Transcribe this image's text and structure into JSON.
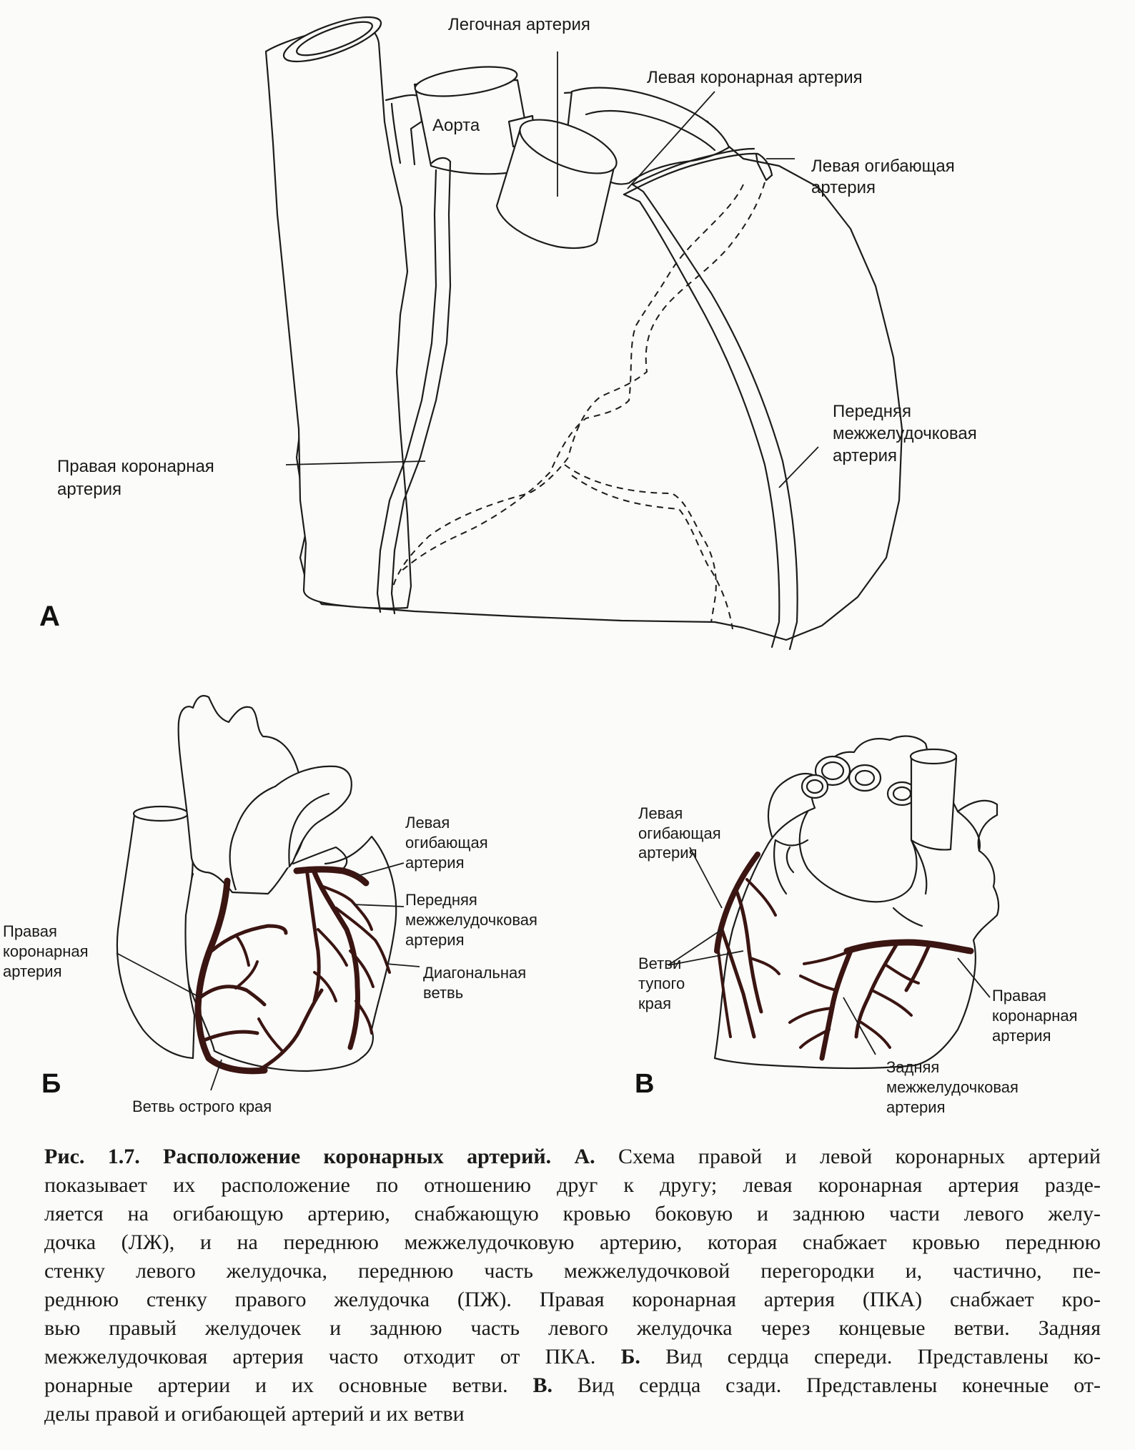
{
  "panel_a": {
    "letter": "А",
    "labels": {
      "pulmonary_artery": "Легочная артерия",
      "left_coronary_artery": "Левая коронарная артерия",
      "aorta": "Аорта",
      "left_circumflex_1": "Левая огибающая",
      "left_circumflex_2": "артерия",
      "anterior_interventricular_1": "Передняя",
      "anterior_interventricular_2": "межжелудочковая",
      "anterior_interventricular_3": "артерия",
      "right_coronary_1": "Правая коронарная",
      "right_coronary_2": "артерия"
    }
  },
  "panel_b": {
    "letter": "Б",
    "labels": {
      "left_circumflex_1": "Левая",
      "left_circumflex_2": "огибающая",
      "left_circumflex_3": "артерия",
      "anterior_interventricular_1": "Передняя",
      "anterior_interventricular_2": "межжелудочковая",
      "anterior_interventricular_3": "артерия",
      "diagonal_1": "Диагональная",
      "diagonal_2": "ветвь",
      "right_coronary_1": "Правая",
      "right_coronary_2": "коронарная",
      "right_coronary_3": "артерия",
      "acute_marginal": "Ветвь острого края"
    }
  },
  "panel_c": {
    "letter": "В",
    "labels": {
      "left_circumflex_1": "Левая",
      "left_circumflex_2": "огибающая",
      "left_circumflex_3": "артерия",
      "obtuse_marginal_1": "Ветви",
      "obtuse_marginal_2": "тупого",
      "obtuse_marginal_3": "края",
      "right_coronary_1": "Правая",
      "right_coronary_2": "коронарная",
      "right_coronary_3": "артерия",
      "posterior_interventricular_1": "Задняя",
      "posterior_interventricular_2": "межжелудочковая",
      "posterior_interventricular_3": "артерия"
    }
  },
  "caption": {
    "lines": [
      {
        "b1": "Рис. 1.7. Расположение коронарных артерий. А.",
        "t1": " Схема правой и левой коронарных артерий"
      },
      {
        "t1": "показывает их расположение по отношению друг к другу; левая коронарная артерия разде-"
      },
      {
        "t1": "ляется на огибающую артерию, снабжающую кровью боковую и заднюю части левого желу-"
      },
      {
        "t1": "дочка (ЛЖ), и на переднюю межжелудочковую артерию, которая снабжает кровью переднюю"
      },
      {
        "t1": "стенку левого желудочка, переднюю часть межжелудочковой перегородки и, частично, пе-"
      },
      {
        "t1": "реднюю стенку правого желудочка (ПЖ). Правая коронарная артерия (ПКА) снабжает кро-"
      },
      {
        "t1": "вью правый желудочек и заднюю часть левого желудочка через концевые ветви. Задняя"
      },
      {
        "t1": "межжелудочковая артерия часто отходит от ПКА. ",
        "b1": "Б.",
        "t2": " Вид сердца спереди. Представлены ко-"
      },
      {
        "t1": "ронарные артерии и их основные ветви. ",
        "b1": "В.",
        "t2": " Вид сердца сзади. Представлены конечные от-"
      },
      {
        "t1": "делы правой и огибающей артерий и их ветви"
      }
    ]
  }
}
